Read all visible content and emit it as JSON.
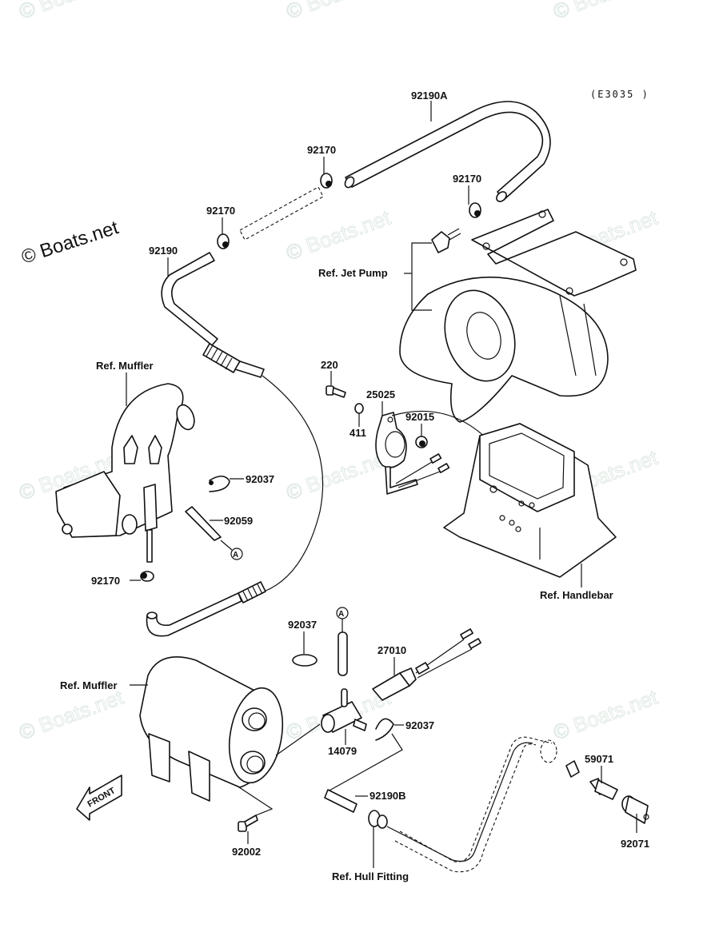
{
  "diagram": {
    "code": "(E3035 )",
    "front_arrow": "FRONT",
    "copyright_mark": "© Boats.net",
    "watermark": "© Boats.net",
    "watermark_color": "#dfe9e3",
    "parts": [
      {
        "id": "92190A",
        "label": "92190A"
      },
      {
        "id": "92170-top",
        "label": "92170"
      },
      {
        "id": "92170-right",
        "label": "92170"
      },
      {
        "id": "92170-left",
        "label": "92170"
      },
      {
        "id": "92190",
        "label": "92190"
      },
      {
        "id": "220",
        "label": "220"
      },
      {
        "id": "25025",
        "label": "25025"
      },
      {
        "id": "411",
        "label": "411"
      },
      {
        "id": "92015",
        "label": "92015"
      },
      {
        "id": "92037-upper",
        "label": "92037"
      },
      {
        "id": "92059",
        "label": "92059"
      },
      {
        "id": "92170-lower",
        "label": "92170"
      },
      {
        "id": "92037-mid",
        "label": "92037"
      },
      {
        "id": "27010",
        "label": "27010"
      },
      {
        "id": "92037-lower",
        "label": "92037"
      },
      {
        "id": "14079",
        "label": "14079"
      },
      {
        "id": "92190B",
        "label": "92190B"
      },
      {
        "id": "92002",
        "label": "92002"
      },
      {
        "id": "59071",
        "label": "59071"
      },
      {
        "id": "92071",
        "label": "92071"
      }
    ],
    "references": {
      "jet_pump": "Ref. Jet Pump",
      "muffler_upper": "Ref. Muffler",
      "muffler_lower": "Ref. Muffler",
      "handlebar": "Ref. Handlebar",
      "hull_fitting": "Ref. Hull Fitting"
    },
    "connector_marker": "A"
  }
}
